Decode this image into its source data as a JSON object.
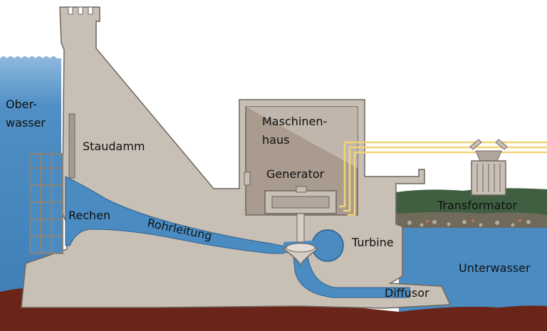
{
  "labels": {
    "oberwasser_line1": "Ober-",
    "oberwasser_line2": "wasser",
    "staudamm": "Staudamm",
    "maschinenhaus_line1": "Maschinen-",
    "maschinenhaus_line2": "haus",
    "generator": "Generator",
    "transformator": "Transformator",
    "rechen": "Rechen",
    "rohrleitung": "Rohrleitung",
    "turbine": "Turbine",
    "unterwasser": "Unterwasser",
    "diffusor": "Diffusor"
  },
  "colors": {
    "sky": "#ffffff",
    "water": "#4a8cc2",
    "water_light": "#5b9bd0",
    "concrete": "#c8bfb5",
    "concrete_dark": "#9e948a",
    "outline": "#6e6760",
    "ground": "#6b2418",
    "grass": "#3f5f40",
    "cable": "#f1d479",
    "hall_interior": "#a99b8d"
  }
}
